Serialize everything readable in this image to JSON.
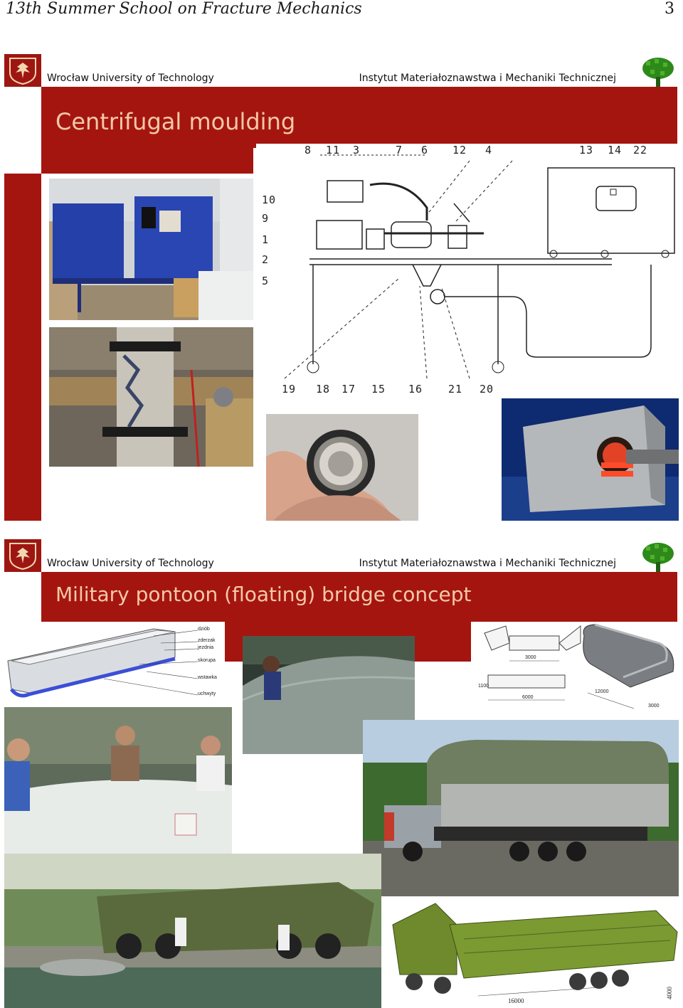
{
  "header": {
    "title": "13th Summer School on Fracture Mechanics",
    "page_number": "3"
  },
  "slides": [
    {
      "university": "Wrocław University of Technology",
      "institute": "Instytut  Materiałoznawstwa i Mechaniki Technicznej",
      "title": "Centrifugal moulding",
      "drawing": {
        "top_labels": [
          "8",
          "11",
          "3",
          "7",
          "6",
          "12",
          "4",
          "13",
          "14",
          "22"
        ],
        "left_labels": [
          "10",
          "9",
          "1",
          "2",
          "5"
        ],
        "bottom_labels": [
          "19",
          "18",
          "17",
          "15",
          "16",
          "21",
          "20"
        ]
      }
    },
    {
      "university": "Wrocław University of Technology",
      "institute": "Instytut  Materiałoznawstwa i Mechaniki Technicznej",
      "title": "Military pontoon (floating) bridge concept",
      "section_labels": [
        "dziób",
        "zderzak",
        "jezdnia",
        "skorupa",
        "wstawka",
        "uchwyty"
      ],
      "dimension_labels": [
        "3000",
        "1100",
        "6000",
        "12000",
        "3000"
      ],
      "truck_dimensions": [
        "16000",
        "4000"
      ]
    }
  ],
  "colors": {
    "band": "#a5150f",
    "title_text": "#f3c9a8",
    "logo": "#9e1612",
    "tree": "#2d8a1a"
  }
}
